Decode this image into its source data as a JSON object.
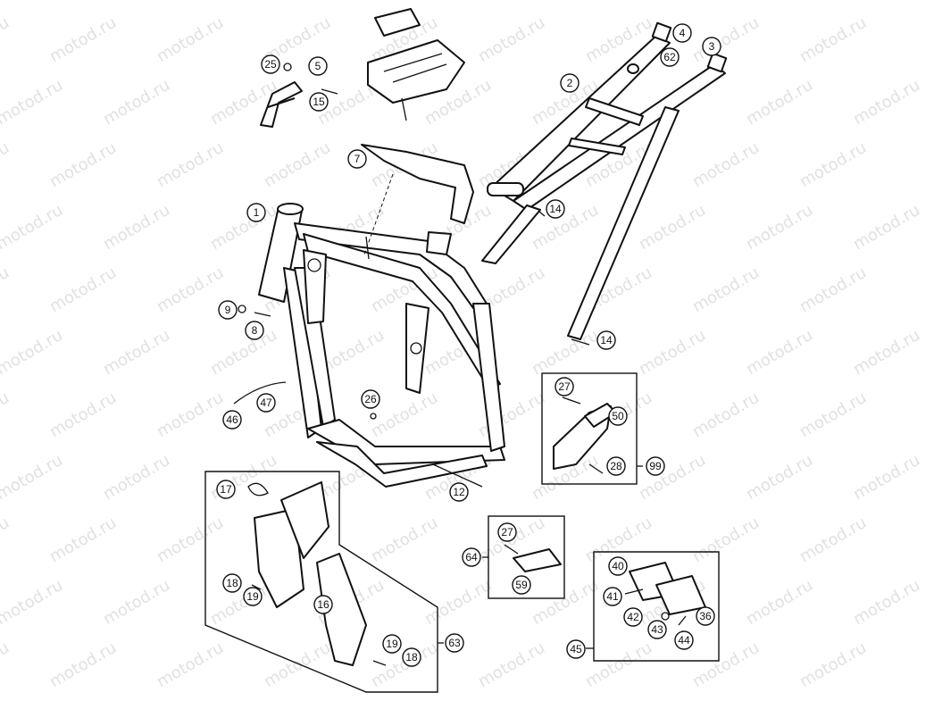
{
  "watermark": "motod.ru",
  "callouts": [
    {
      "label": "1"
    },
    {
      "label": "2"
    },
    {
      "label": "3"
    },
    {
      "label": "4"
    },
    {
      "label": "5"
    },
    {
      "label": "7"
    },
    {
      "label": "8"
    },
    {
      "label": "9"
    },
    {
      "label": "12"
    },
    {
      "label": "14"
    },
    {
      "label": "14"
    },
    {
      "label": "15"
    },
    {
      "label": "16"
    },
    {
      "label": "17"
    },
    {
      "label": "18"
    },
    {
      "label": "18"
    },
    {
      "label": "19"
    },
    {
      "label": "19"
    },
    {
      "label": "25"
    },
    {
      "label": "26"
    },
    {
      "label": "27"
    },
    {
      "label": "27"
    },
    {
      "label": "28"
    },
    {
      "label": "36"
    },
    {
      "label": "40"
    },
    {
      "label": "41"
    },
    {
      "label": "42"
    },
    {
      "label": "43"
    },
    {
      "label": "44"
    },
    {
      "label": "45"
    },
    {
      "label": "46"
    },
    {
      "label": "47"
    },
    {
      "label": "50"
    },
    {
      "label": "59"
    },
    {
      "label": "62"
    },
    {
      "label": "63"
    },
    {
      "label": "64"
    },
    {
      "label": "99"
    }
  ]
}
